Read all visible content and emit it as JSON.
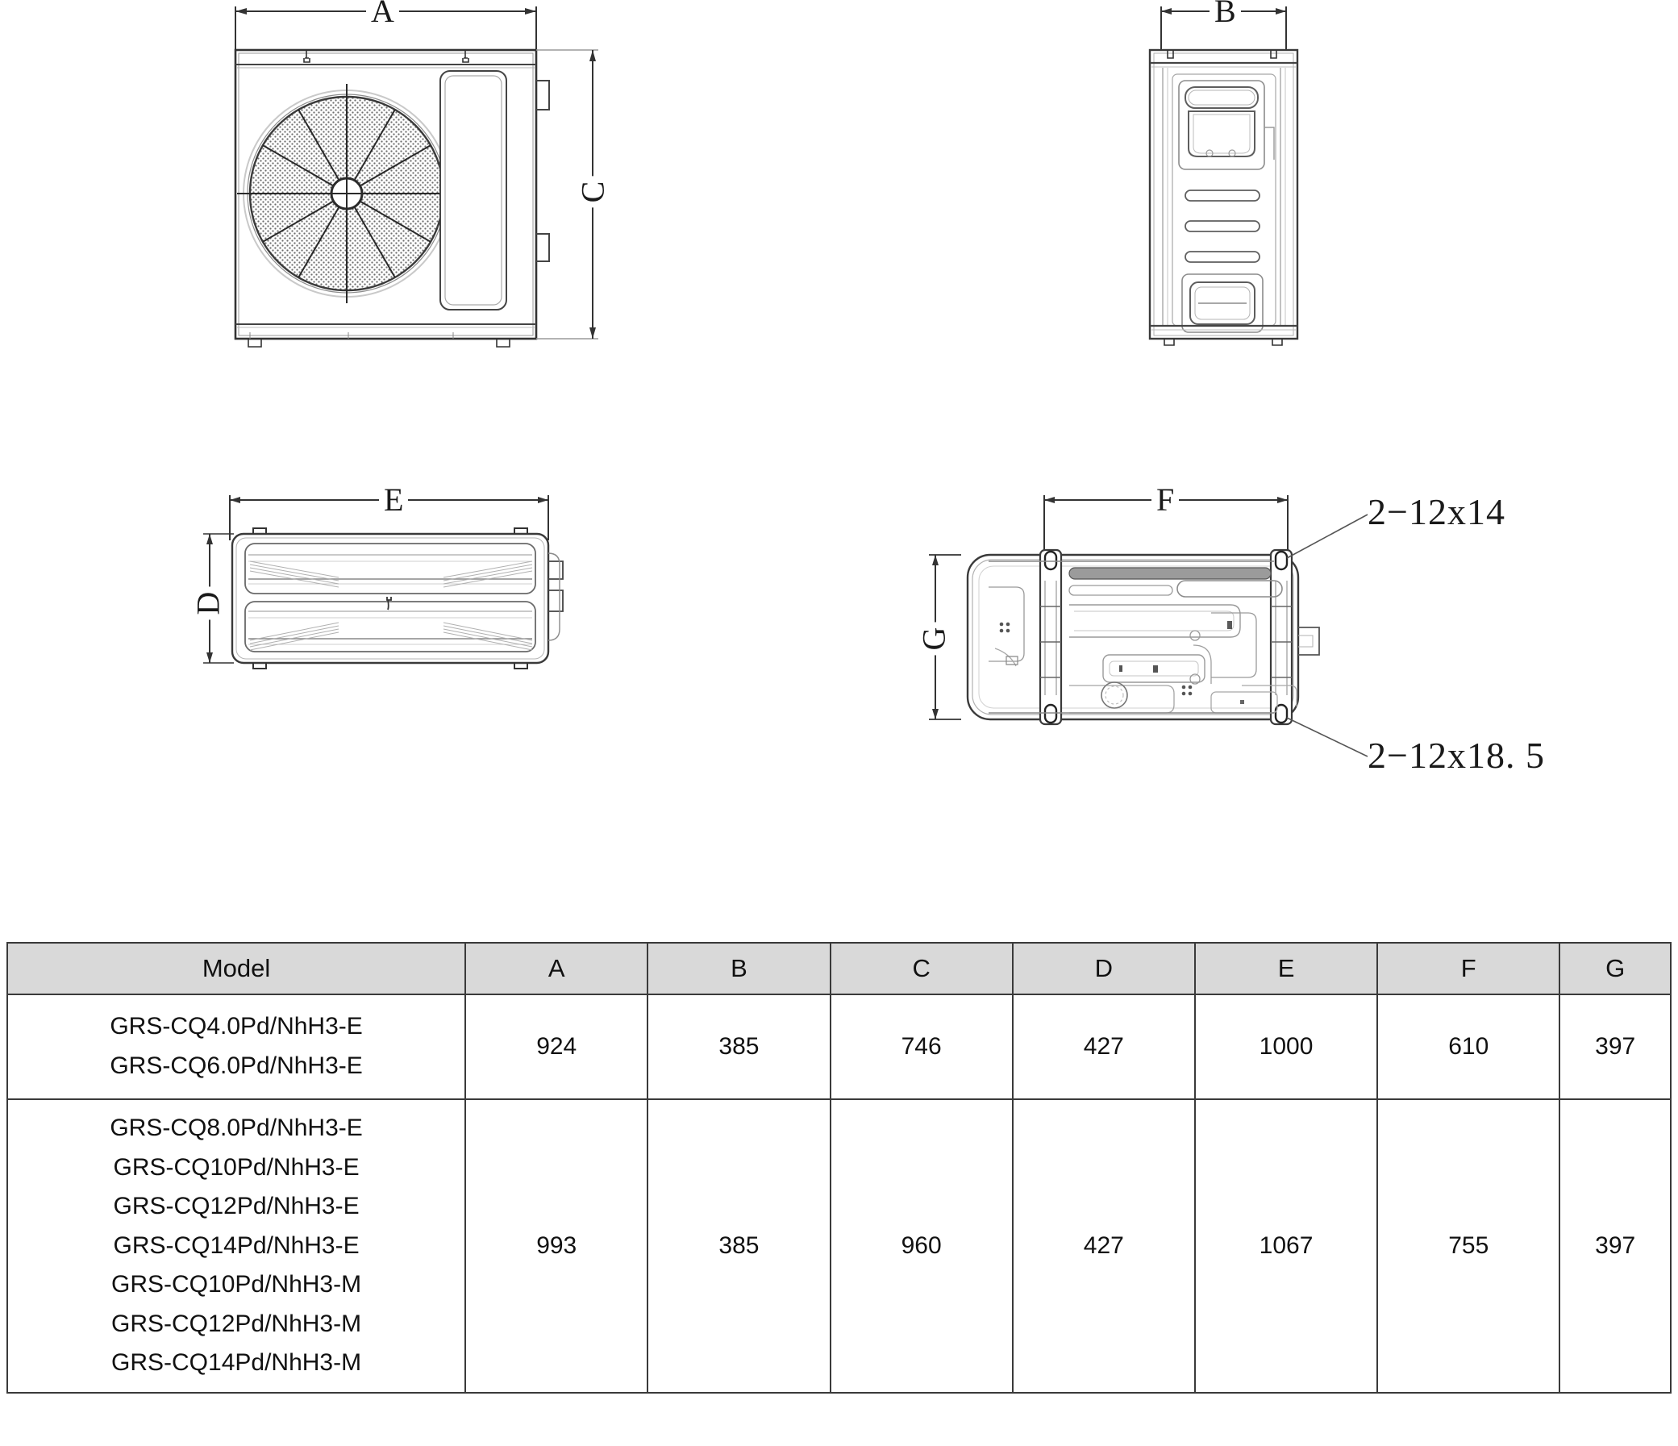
{
  "drawing": {
    "dimension_labels": {
      "front_width": "A",
      "front_height": "C",
      "side_width": "B",
      "bottom_left_width": "E",
      "bottom_left_height": "D",
      "bottom_right_width": "F",
      "bottom_right_height": "G"
    },
    "callouts": {
      "mounting_holes_top": "2−12x14",
      "mounting_holes_bottom": "2−12x18. 5"
    },
    "views": {
      "front": "front-view-outdoor-unit",
      "side": "side-view-outdoor-unit",
      "bottom_left": "rear-view-outdoor-unit",
      "bottom_right": "base-plate-top-view"
    }
  },
  "table": {
    "headers": [
      "Model",
      "A",
      "B",
      "C",
      "D",
      "E",
      "F",
      "G"
    ],
    "rows": [
      {
        "models": [
          "GRS-CQ4.0Pd/NhH3-E",
          "GRS-CQ6.0Pd/NhH3-E"
        ],
        "values": [
          "924",
          "385",
          "746",
          "427",
          "1000",
          "610",
          "397"
        ]
      },
      {
        "models": [
          "GRS-CQ8.0Pd/NhH3-E",
          "GRS-CQ10Pd/NhH3-E",
          "GRS-CQ12Pd/NhH3-E",
          "GRS-CQ14Pd/NhH3-E",
          "GRS-CQ10Pd/NhH3-M",
          "GRS-CQ12Pd/NhH3-M",
          "GRS-CQ14Pd/NhH3-M"
        ],
        "values": [
          "993",
          "385",
          "960",
          "427",
          "1067",
          "755",
          "397"
        ]
      }
    ]
  },
  "colors": {
    "line": "#333333",
    "header_fill": "#d9d9d9",
    "border": "#3a3a3a",
    "grille": "#6e6e6e"
  }
}
